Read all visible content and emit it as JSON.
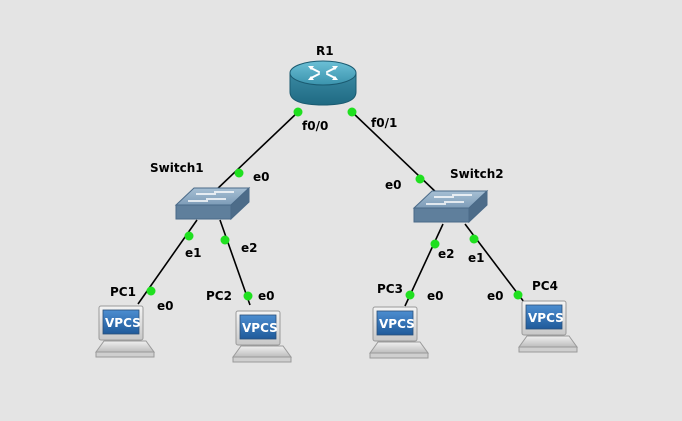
{
  "topology": {
    "nodes": {
      "r1": {
        "label": "R1",
        "icon": "router-icon"
      },
      "switch1": {
        "label": "Switch1",
        "icon": "ethernet-switch-icon"
      },
      "switch2": {
        "label": "Switch2",
        "icon": "ethernet-switch-icon"
      },
      "pc1": {
        "label": "PC1",
        "icon": "vpcs-icon",
        "screen_text": "VPCS"
      },
      "pc2": {
        "label": "PC2",
        "icon": "vpcs-icon",
        "screen_text": "VPCS"
      },
      "pc3": {
        "label": "PC3",
        "icon": "vpcs-icon",
        "screen_text": "VPCS"
      },
      "pc4": {
        "label": "PC4",
        "icon": "vpcs-icon",
        "screen_text": "VPCS"
      }
    },
    "links": {
      "r1_sw1": {
        "a_port": "f0/0",
        "b_port": "e0"
      },
      "r1_sw2": {
        "a_port": "f0/1",
        "b_port": "e0"
      },
      "sw1_pc1": {
        "a_port": "e1",
        "b_port": "e0"
      },
      "sw1_pc2": {
        "a_port": "e2",
        "b_port": "e0"
      },
      "sw2_pc3": {
        "a_port": "e2",
        "b_port": "e0"
      },
      "sw2_pc4": {
        "a_port": "e1",
        "b_port": "e0"
      }
    }
  },
  "colors": {
    "background": "#e4e4e4",
    "link": "#000000",
    "link_status_up": "#22dd22",
    "router_body": "#3a8fa8",
    "switch_body": "#6e8eaa",
    "vpcs_screen": "#2d6fb0"
  }
}
